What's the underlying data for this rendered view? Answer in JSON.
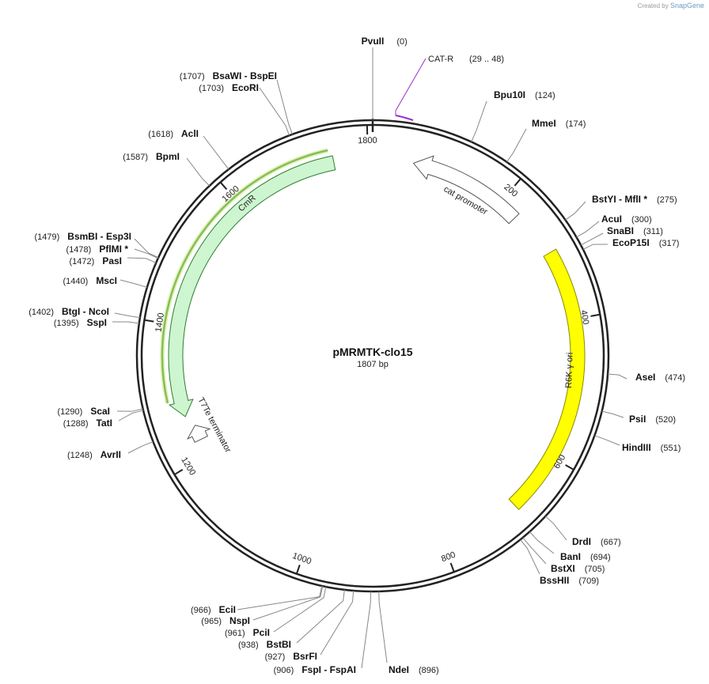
{
  "brand": {
    "prefix": "Created by",
    "name": "SnapGene"
  },
  "plasmid": {
    "name": "pMRMTK-clo15",
    "size_label": "1807 bp",
    "length": 1807
  },
  "ticks": [
    "200",
    "400",
    "600",
    "800",
    "1000",
    "1200",
    "1400",
    "1600",
    "1800"
  ],
  "primer": {
    "name": "CAT-R",
    "range": "(29 .. 48)",
    "color": "#9b30c8"
  },
  "features": [
    {
      "name": "CmR",
      "fill": "#cdf5cf",
      "stroke": "#2e7d32"
    },
    {
      "name": "cat promoter",
      "fill": "#ffffff",
      "stroke": "#555555"
    },
    {
      "name": "T7Te terminator",
      "fill": "#ffffff",
      "stroke": "#555555"
    },
    {
      "name": "R6K γ ori",
      "fill": "#ffff00",
      "stroke": "#8a8a00"
    }
  ],
  "sites": [
    {
      "name": "PvuII",
      "pos": "(0)"
    },
    {
      "name": "Bpu10I",
      "pos": "(124)"
    },
    {
      "name": "MmeI",
      "pos": "(174)"
    },
    {
      "name": "BstYI - MflI *",
      "pos": "(275)"
    },
    {
      "name": "AcuI",
      "pos": "(300)"
    },
    {
      "name": "SnaBI",
      "pos": "(311)"
    },
    {
      "name": "EcoP15I",
      "pos": "(317)"
    },
    {
      "name": "AseI",
      "pos": "(474)"
    },
    {
      "name": "PsiI",
      "pos": "(520)"
    },
    {
      "name": "HindIII",
      "pos": "(551)"
    },
    {
      "name": "DrdI",
      "pos": "(667)"
    },
    {
      "name": "BanI",
      "pos": "(694)"
    },
    {
      "name": "BstXI",
      "pos": "(705)"
    },
    {
      "name": "BssHII",
      "pos": "(709)"
    },
    {
      "name": "NdeI",
      "pos": "(896)"
    },
    {
      "name": "FspI - FspAI",
      "pos": "(906)"
    },
    {
      "name": "BsrFI",
      "pos": "(927)"
    },
    {
      "name": "BstBI",
      "pos": "(938)"
    },
    {
      "name": "PciI",
      "pos": "(961)"
    },
    {
      "name": "NspI",
      "pos": "(965)"
    },
    {
      "name": "EciI",
      "pos": "(966)"
    },
    {
      "name": "AvrII",
      "pos": "(1248)"
    },
    {
      "name": "TatI",
      "pos": "(1288)"
    },
    {
      "name": "ScaI",
      "pos": "(1290)"
    },
    {
      "name": "SspI",
      "pos": "(1395)"
    },
    {
      "name": "BtgI - NcoI",
      "pos": "(1402)"
    },
    {
      "name": "MscI",
      "pos": "(1440)"
    },
    {
      "name": "PasI",
      "pos": "(1472)"
    },
    {
      "name": "PflMI *",
      "pos": "(1478)"
    },
    {
      "name": "BsmBI - Esp3I",
      "pos": "(1479)"
    },
    {
      "name": "BpmI",
      "pos": "(1587)"
    },
    {
      "name": "AclI",
      "pos": "(1618)"
    },
    {
      "name": "EcoRI",
      "pos": "(1703)"
    },
    {
      "name": "BsaWI - BspEI",
      "pos": "(1707)"
    }
  ]
}
